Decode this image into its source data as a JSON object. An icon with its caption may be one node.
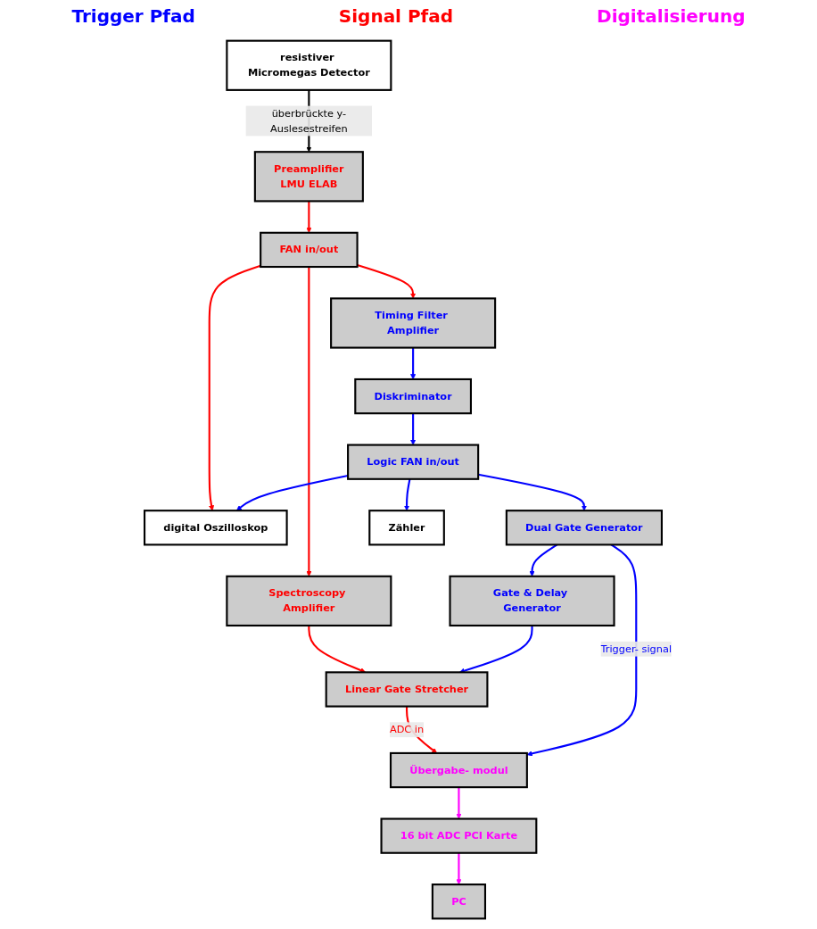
{
  "diagram": {
    "nodes": [
      {
        "text": [
          "Preamplifier",
          "LMU ELAB"
        ]
      },
      {
        "text": [
          "resistiver Micromegas Detector"
        ]
      },
      {
        "text": [
          "FAN in/out"
        ]
      },
      {
        "text": [
          "Timing Filter Amplifier"
        ]
      },
      {
        "text": [
          "Spectroscopy Amplifier"
        ]
      },
      {
        "text": [
          "Diskriminator"
        ]
      },
      {
        "text": [
          "Linear Gate Stretcher"
        ]
      },
      {
        "text": [
          "Logic FAN in/out"
        ]
      },
      {
        "text": [
          "digital Oszilloskop"
        ]
      },
      {
        "text": [
          "Gate & Delay Generator"
        ]
      },
      {
        "text": [
          "Dual Gate Generator"
        ]
      },
      {
        "text": [
          "Übergabe- modul"
        ]
      },
      {
        "text": [
          "Zähler"
        ]
      },
      {
        "text": [
          "16 bit ADC PCI Karte"
        ]
      },
      {
        "text": [
          "PC"
        ]
      }
    ],
    "edges": [
      {
        "from": 1,
        "to": 0,
        "arrow": "to",
        "label": "überbrückte y-Auslesestreifen",
        "color": "#000000"
      },
      {
        "from": 0,
        "to": 2,
        "arrow": "to",
        "color": "#ff0000"
      },
      {
        "from": 2,
        "to": 3,
        "arrow": "to",
        "color": "#ff0000"
      },
      {
        "from": 2,
        "to": 8,
        "arrow": "to",
        "color": "#ff0000"
      },
      {
        "from": 2,
        "to": 4,
        "arrow": "to",
        "color": "#ff0000"
      },
      {
        "from": 3,
        "to": 5,
        "arrow": "to"
      },
      {
        "from": 4,
        "to": 6,
        "arrow": "to",
        "color": "#ff0000"
      },
      {
        "from": 5,
        "to": 7,
        "arrow": "to"
      },
      {
        "from": 6,
        "to": 11,
        "arrow": "to",
        "label": "ADC in",
        "color": "#ff0000"
      },
      {
        "from": 7,
        "to": 8,
        "arrow": "to"
      },
      {
        "from": 7,
        "to": 10,
        "arrow": "to"
      },
      {
        "from": 7,
        "to": 12,
        "arrow": "to"
      },
      {
        "from": 10,
        "to": 9,
        "arrow": "to"
      },
      {
        "from": 9,
        "to": 6,
        "arrow": "to"
      },
      {
        "from": 10,
        "to": 11,
        "arrow": "to",
        "label": "Trigger- signal"
      },
      {
        "from": 11,
        "to": 13,
        "arrow": "to",
        "color": "#ff00ff"
      },
      {
        "from": 13,
        "to": 14,
        "arrow": "to",
        "color": "#ff00ff"
      }
    ],
    "labels": [
      "Trigger Pfad",
      "Signal Pfad",
      "Digitalisierung"
    ]
  }
}
